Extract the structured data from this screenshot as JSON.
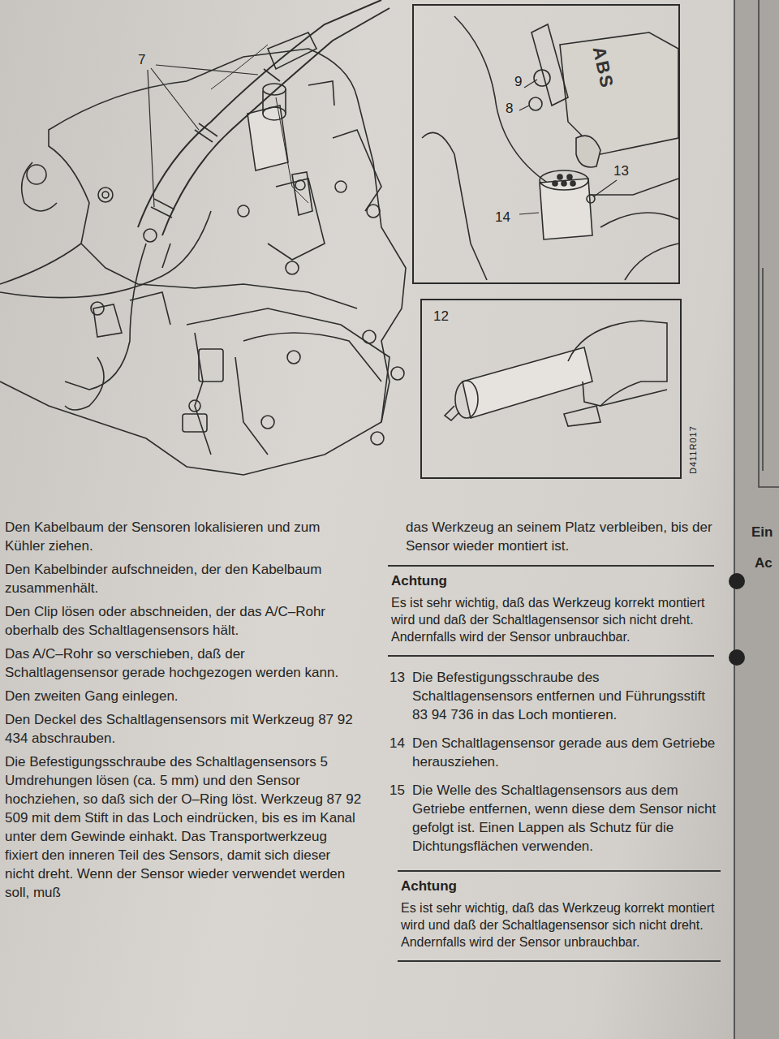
{
  "diagram": {
    "nodes": [
      {
        "text": [
          "ABS",
          "9",
          "8",
          "13",
          "14"
        ]
      },
      {
        "text": [
          "12",
          "D411R017"
        ]
      },
      {
        "text": [
          "Achtung",
          "Es ist sehr wichtig, daß das Werkzeug korrekt montiert wird und daß der Schaltlagensensor sich nicht dreht. Andernfalls wird der Sensor unbrauchbar."
        ]
      },
      {
        "text": [
          "Achtung",
          "Es ist sehr wichtig, daß das Werkzeug korrekt montiert wird und daß der Schaltlagensensor sich nicht dreht. Andernfalls wird der Sensor unbrauchbar."
        ]
      }
    ],
    "edges": [],
    "labels": [
      "7",
      "Den Kabelbaum der Sensoren lokalisieren und zum Kühler ziehen.",
      "Den Kabelbinder aufschneiden, der den Kabelbaum zusammenhält.",
      "Den Clip lösen oder abschneiden, der das A/C–Rohr oberhalb des Schaltlagensensors hält.",
      "Das A/C–Rohr so verschieben, daß der Schaltlagensensor gerade hochgezogen werden kann.",
      "Den zweiten Gang einlegen.",
      "Den Deckel des Schaltlagensensors mit Werkzeug 87 92 434 abschrauben.",
      "Die Befestigungsschraube des Schaltlagensensors 5 Umdrehungen lösen (ca. 5 mm) und den Sensor hochziehen, so daß sich der O–Ring löst. Werkzeug 87 92 509 mit dem Stift in das Loch eindrücken, bis es im Kanal unter dem Gewinde einhakt. Das Transportwerkzeug fixiert den inneren Teil des Sensors, damit sich dieser nicht dreht. Wenn der Sensor wieder verwendet werden soll, muß",
      "das Werkzeug an seinem Platz verbleiben, bis der Sensor wieder montiert ist.",
      "13",
      "Die Befestigungsschraube des Schaltlagensensors entfernen und Führungsstift 83 94 736 in das Loch montieren.",
      "14",
      "Den Schaltlagensensor gerade aus dem Getriebe herausziehen.",
      "15",
      "Die Welle des Schaltlagensensors aus dem Getriebe entfernen, wenn diese dem Sensor nicht gefolgt ist. Einen Lappen als Schutz für die Dichtungsflächen verwenden.",
      "Ein",
      "Ac"
    ]
  }
}
